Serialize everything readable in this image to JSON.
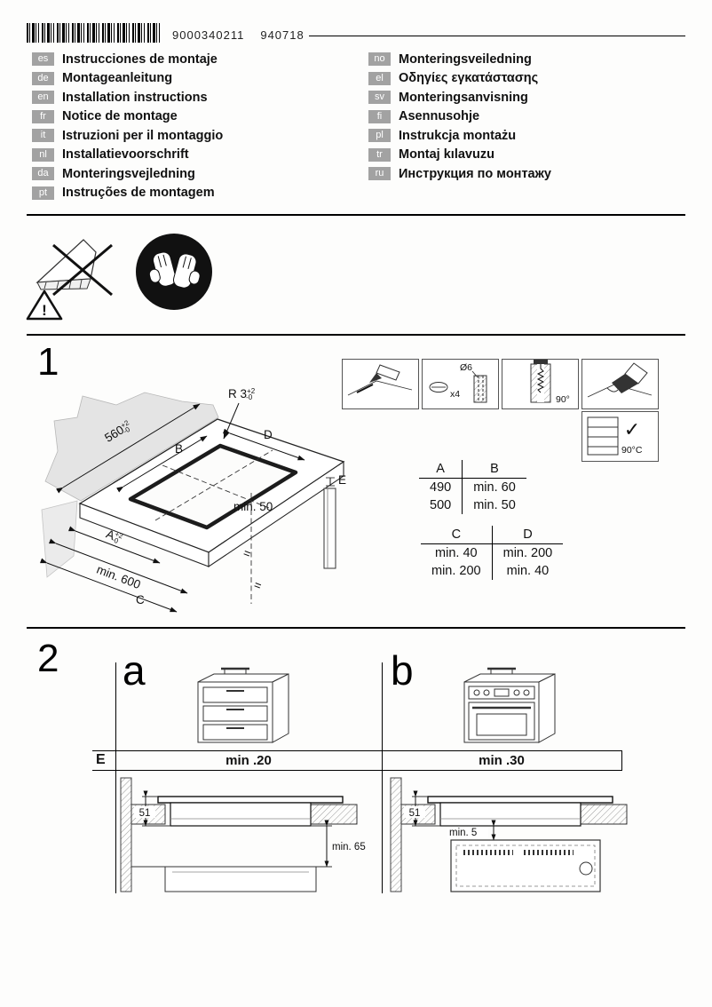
{
  "page": {
    "doc_number": "9000340211",
    "doc_code": "940718"
  },
  "languages": {
    "left": [
      {
        "code": "es",
        "title": "Instrucciones de montaje"
      },
      {
        "code": "de",
        "title": "Montageanleitung"
      },
      {
        "code": "en",
        "title": "Installation instructions"
      },
      {
        "code": "fr",
        "title": "Notice de montage"
      },
      {
        "code": "it",
        "title": "Istruzioni per il montaggio"
      },
      {
        "code": "nl",
        "title": "Installatievoorschrift"
      },
      {
        "code": "da",
        "title": "Monteringsvejledning"
      },
      {
        "code": "pt",
        "title": "Instruções de montagem"
      }
    ],
    "right": [
      {
        "code": "no",
        "title": "Monteringsveiledning"
      },
      {
        "code": "el",
        "title": "Οδηγίες εγκατάστασης"
      },
      {
        "code": "sv",
        "title": "Monteringsanvisning"
      },
      {
        "code": "fi",
        "title": "Asennusohje"
      },
      {
        "code": "pl",
        "title": "Instrukcja montażu"
      },
      {
        "code": "tr",
        "title": "Montaj kılavuzu"
      },
      {
        "code": "ru",
        "title": "Инструкция по монтажу"
      }
    ]
  },
  "safety": {
    "warning_mark": "!"
  },
  "step1": {
    "number": "1",
    "drawing": {
      "width": {
        "value": "560",
        "tol_plus": "+2",
        "tol_minus": "-0"
      },
      "radius": {
        "value": "R 3",
        "tol_plus": "+2",
        "tol_minus": "-0"
      },
      "depth": {
        "value": "A",
        "tol_plus": "+2",
        "tol_minus": "-0"
      },
      "label_b": "B",
      "label_d": "D",
      "label_e": "E",
      "label_c": "C",
      "min_50": "min. 50",
      "min_600": "min. 600",
      "equal_1": "=",
      "equal_2": "="
    },
    "details": {
      "drill_diameter": "Ø6",
      "screw_count": "x4",
      "cut_angle": "90°",
      "temp_rating": "90°C",
      "check": "✓"
    },
    "table_ab": {
      "col1": "A",
      "col2": "B",
      "rows": [
        {
          "a": "490",
          "b": "min. 60"
        },
        {
          "a": "500",
          "b": "min. 50"
        }
      ]
    },
    "table_cd": {
      "col1": "C",
      "col2": "D",
      "rows": [
        {
          "c": "min. 40",
          "d": "min. 200"
        },
        {
          "c": "min. 200",
          "d": "min. 40"
        }
      ]
    }
  },
  "step2": {
    "number": "2",
    "variant_a": "a",
    "variant_b": "b",
    "row_label": "E",
    "clearance_a": "min .20",
    "clearance_b": "min .30",
    "depth_a": "51",
    "gap_a": "min. 65",
    "depth_b": "51",
    "gap_b": "min. 5"
  }
}
